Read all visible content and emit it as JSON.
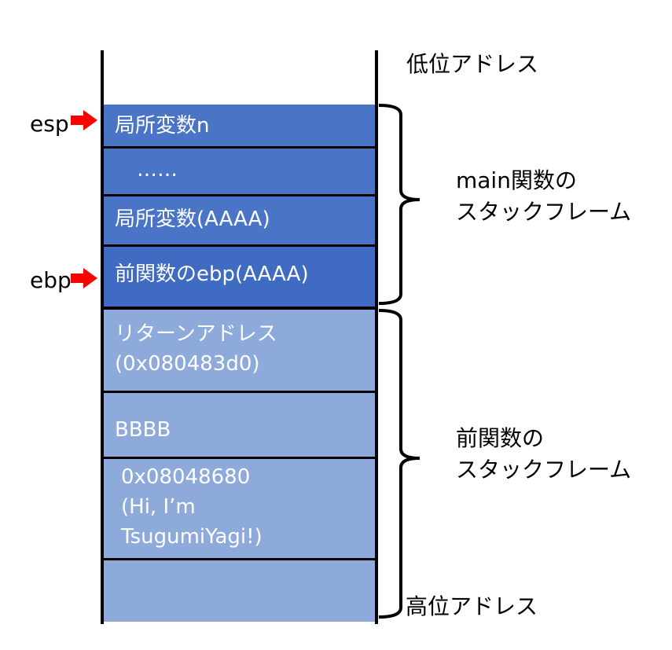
{
  "addresses": {
    "low": "低位アドレス",
    "high": "高位アドレス"
  },
  "pointers": {
    "esp": "esp",
    "ebp": "ebp"
  },
  "frames": {
    "main": {
      "line1": "main関数の",
      "line2": "スタックフレーム"
    },
    "prev": {
      "line1": "前関数の",
      "line2": "スタックフレーム"
    }
  },
  "cells": {
    "local_n": "局所変数n",
    "dots": "……",
    "local_aaaa": "局所変数(AAAA)",
    "prev_ebp": "前関数のebp(AAAA)",
    "ret_1": "リターンアドレス",
    "ret_2": "(0x080483d0)",
    "bbbb": "BBBB",
    "arg_1": "0x08048680",
    "arg_2": "(Hi, I’m",
    "arg_3": "TsugumiYagi!)"
  },
  "colors": {
    "main_frame": "#4a74c6",
    "prev_frame": "#8eaadb",
    "arrow": "#ff0000"
  }
}
